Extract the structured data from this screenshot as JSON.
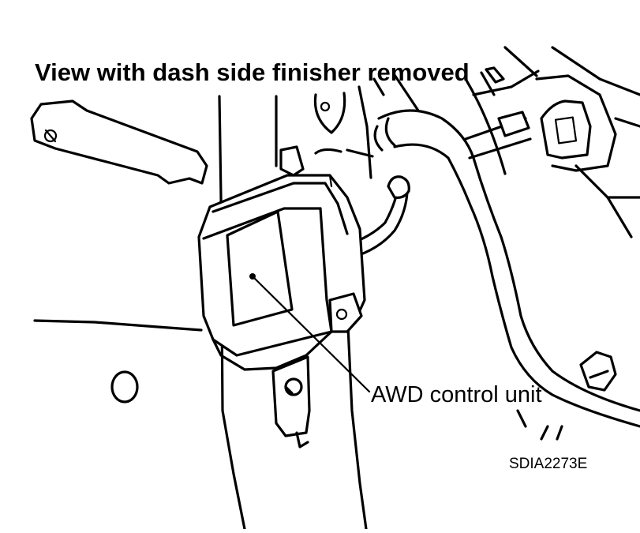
{
  "figure": {
    "title": "View with dash side finisher removed",
    "callout_label": "AWD control unit",
    "figure_code": "SDIA2273E"
  },
  "colors": {
    "ink": "#000000",
    "background": "#ffffff"
  }
}
